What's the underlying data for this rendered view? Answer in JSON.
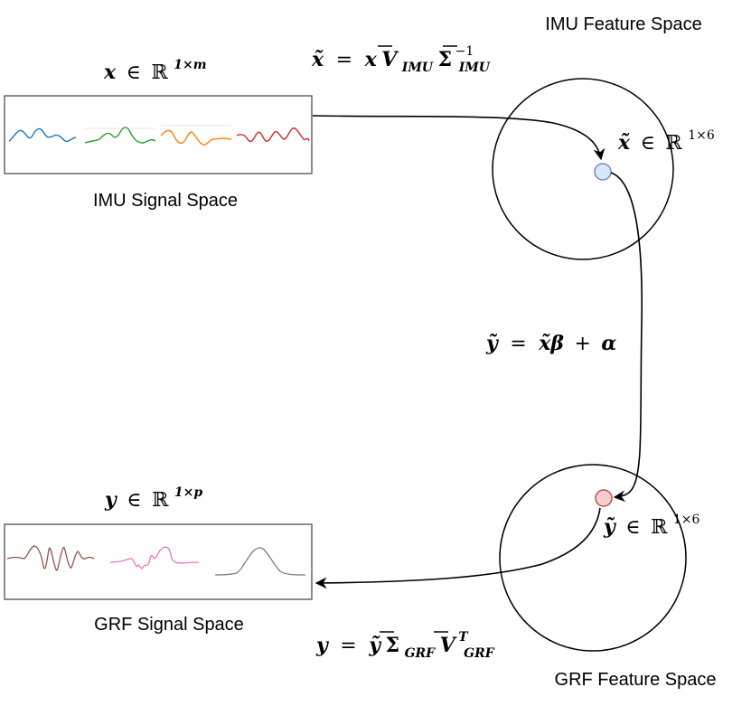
{
  "labels": {
    "imu_feature_space": "IMU Feature Space",
    "grf_feature_space": "GRF Feature Space",
    "imu_signal_space": "IMU Signal Space",
    "grf_signal_space": "GRF Signal Space"
  },
  "equations": {
    "x_domain": {
      "var": "x",
      "in": "∈",
      "set": "ℝ",
      "exp": "1×m"
    },
    "x_tilde_domain": {
      "var": "x̃",
      "in": "∈",
      "set": "ℝ",
      "exp": "1×6"
    },
    "y_domain": {
      "var": "y",
      "in": "∈",
      "set": "ℝ",
      "exp": "1×p"
    },
    "y_tilde_domain": {
      "var": "ỹ",
      "in": "∈",
      "set": "ℝ",
      "exp": "1×6"
    },
    "encode": {
      "lhs": "x̃",
      "eq": "=",
      "x": "x",
      "V": "V",
      "Vsub": "IMU",
      "S": "Σ",
      "Ssup": "−1",
      "Ssub": "IMU"
    },
    "regress": {
      "lhs": "ỹ",
      "eq": "=",
      "rhs1": "x̃β",
      "plus": "+",
      "rhs2": "α"
    },
    "decode": {
      "lhs": "y",
      "eq": "=",
      "y": "ỹ",
      "S": "Σ",
      "Ssub": "GRF",
      "V": "V",
      "Vsup": "T",
      "Vsub": "GRF"
    }
  },
  "colors": {
    "imu_signals": [
      "#1f77b4",
      "#2ca02c",
      "#ff7f0e",
      "#d62728"
    ],
    "grf_signals": [
      "#8c564b",
      "#e377c2",
      "#7f7f7f"
    ],
    "imu_point_fill": "#dae8fc",
    "imu_point_stroke": "#6c8ebf",
    "grf_point_fill": "#f8cecc",
    "grf_point_stroke": "#b85450",
    "box_stroke": "#666666"
  }
}
